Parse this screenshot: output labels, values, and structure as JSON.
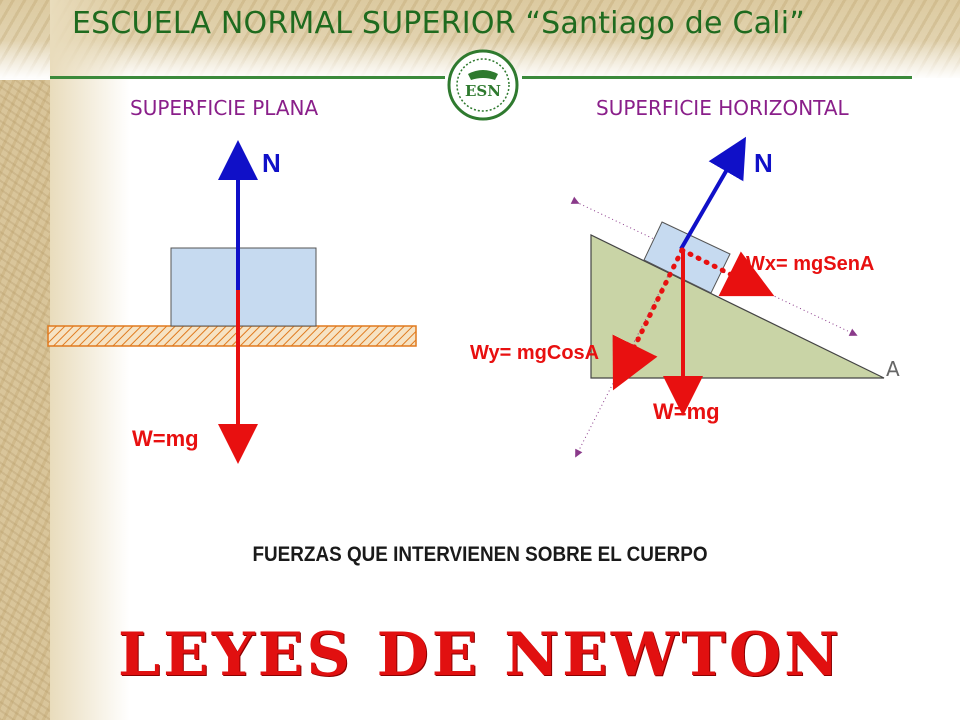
{
  "header": {
    "title": "ESCUELA NORMAL SUPERIOR “Santiago de Cali”",
    "logo_text": "ESN",
    "logo_icon": "school-seal-icon"
  },
  "sections": {
    "left_label": "SUPERFICIE PLANA",
    "right_label": "SUPERFICIE HORIZONTAL"
  },
  "left_diagram": {
    "normal_label": "N",
    "weight_label": "W=mg"
  },
  "right_diagram": {
    "normal_label": "N",
    "weight_label": "W=mg",
    "wx_label": "Wx= mgSenA",
    "wy_label": "Wy= mgCosA",
    "angle_label": "A"
  },
  "subtitle": "FUERZAS QUE INTERVIENEN SOBRE EL CUERPO",
  "title": "LEYES DE NEWTON",
  "colors": {
    "normal_vector": "#1010c8",
    "weight_vector": "#e81010",
    "component_vector": "#e81010",
    "block": "#c6daf0",
    "incline": "#c9d4a6",
    "ground_hatch": "#e07a1e",
    "axis": "#8a3a8a",
    "header_text": "#1f6b1f",
    "section_text": "#8a1f8a",
    "title_text": "#e11010"
  }
}
